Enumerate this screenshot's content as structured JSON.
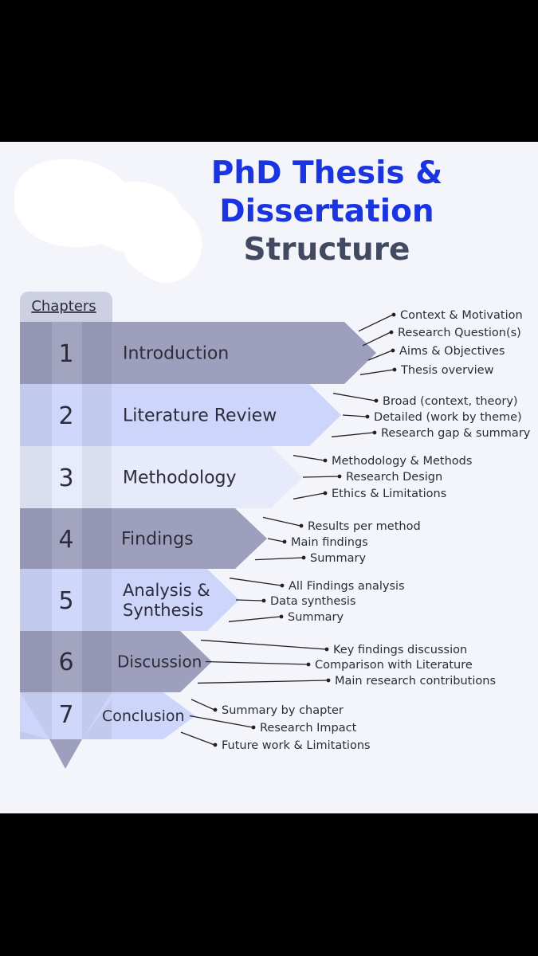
{
  "title": {
    "line1": "PhD Thesis &",
    "line2": "Dissertation",
    "line3": "Structure",
    "color_primary": "#1a35e0",
    "color_secondary": "#424a62"
  },
  "header_label": "Chapters",
  "chapters": [
    {
      "number": "1",
      "name_lines": [
        "Introduction"
      ],
      "fill": "#9d9fbd",
      "bullets": [
        "Context & Motivation",
        "Research Question(s)",
        "Aims & Objectives",
        "Thesis overview"
      ]
    },
    {
      "number": "2",
      "name_lines": [
        "Literature Review"
      ],
      "fill": "#cdd5fb",
      "bullets": [
        "Broad (context, theory)",
        "Detailed (work by theme)",
        "Research gap & summary"
      ]
    },
    {
      "number": "3",
      "name_lines": [
        "Methodology"
      ],
      "fill": "#e7eafb",
      "bullets": [
        "Methodology & Methods",
        "Research Design",
        "Ethics & Limitations"
      ]
    },
    {
      "number": "4",
      "name_lines": [
        "Findings"
      ],
      "fill": "#9d9fbd",
      "bullets": [
        "Results per method",
        "Main findings",
        "Summary"
      ]
    },
    {
      "number": "5",
      "name_lines": [
        "Analysis &",
        "Synthesis"
      ],
      "fill": "#cdd5fb",
      "bullets": [
        "All Findings analysis",
        "Data synthesis",
        "Summary"
      ]
    },
    {
      "number": "6",
      "name_lines": [
        "Discussion"
      ],
      "fill": "#9d9fbd",
      "bullets": [
        "Key findings discussion",
        "Comparison with Literature",
        "Main research contributions"
      ]
    },
    {
      "number": "7",
      "name_lines": [
        "Conclusion"
      ],
      "fill": "#cdd5fb",
      "bullets": [
        "Summary by chapter",
        "Research Impact",
        "Future work & Limitations"
      ]
    }
  ],
  "colors": {
    "text": "#2c2c3a",
    "pencil_tip": "#9d9fbd",
    "header_fill": "#cdd0e3"
  }
}
